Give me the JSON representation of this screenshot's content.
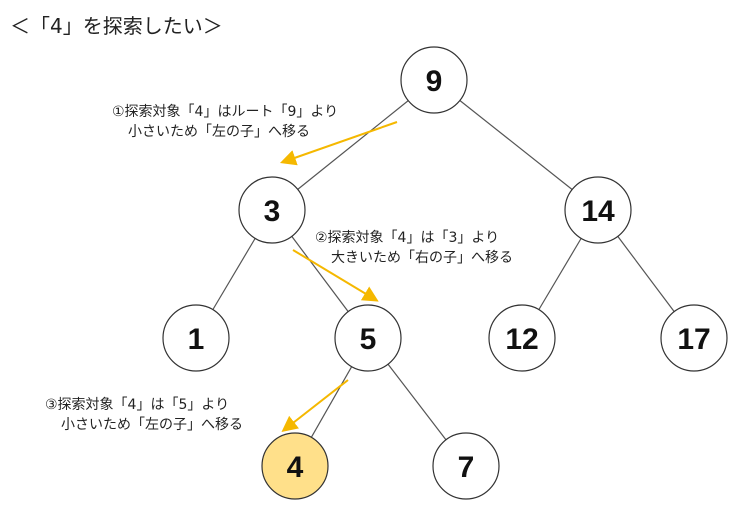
{
  "title": "＜「4」を探索したい＞",
  "colors": {
    "edge": "#555555",
    "node_stroke": "#333333",
    "node_fill": "#ffffff",
    "highlight_fill": "#ffe08a",
    "arrow": "#f5b800",
    "text": "#111111"
  },
  "nodes": [
    {
      "id": "n9",
      "label": "9",
      "highlight": false
    },
    {
      "id": "n3",
      "label": "3",
      "highlight": false
    },
    {
      "id": "n14",
      "label": "14",
      "highlight": false
    },
    {
      "id": "n1",
      "label": "1",
      "highlight": false
    },
    {
      "id": "n5",
      "label": "5",
      "highlight": false
    },
    {
      "id": "n12",
      "label": "12",
      "highlight": false
    },
    {
      "id": "n17",
      "label": "17",
      "highlight": false
    },
    {
      "id": "n4",
      "label": "4",
      "highlight": true
    },
    {
      "id": "n7",
      "label": "7",
      "highlight": false
    }
  ],
  "edges": [
    {
      "from": "n9",
      "to": "n3"
    },
    {
      "from": "n9",
      "to": "n14"
    },
    {
      "from": "n3",
      "to": "n1"
    },
    {
      "from": "n3",
      "to": "n5"
    },
    {
      "from": "n14",
      "to": "n12"
    },
    {
      "from": "n14",
      "to": "n17"
    },
    {
      "from": "n5",
      "to": "n4"
    },
    {
      "from": "n5",
      "to": "n7"
    }
  ],
  "steps": [
    {
      "line1": "①探索対象「4」はルート「9」より",
      "line2": "小さいため「左の子」へ移る"
    },
    {
      "line1": "②探索対象「4」は「3」より",
      "line2": "大きいため「右の子」へ移る"
    },
    {
      "line1": "③探索対象「4」は「5」より",
      "line2": "小さいため「左の子」へ移る"
    }
  ]
}
